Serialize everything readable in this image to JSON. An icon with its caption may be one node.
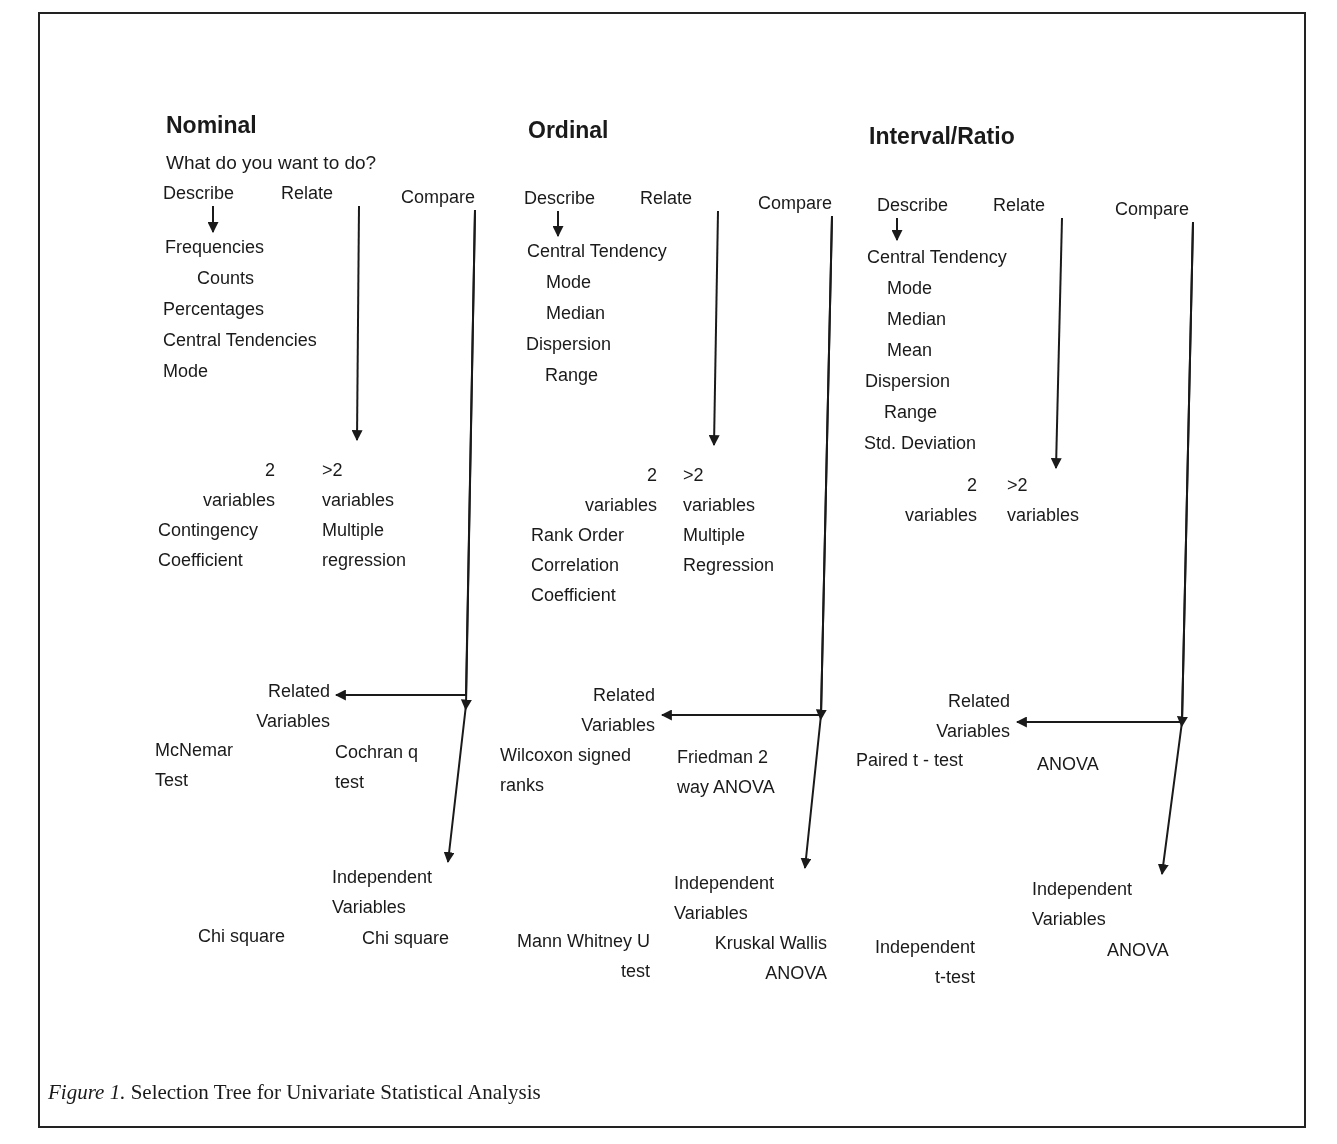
{
  "diagram": {
    "caption": "*Figure 1.* Selection Tree for Univariate Statistical Analysis",
    "nodes": [
      {
        "text": [
          "Describe"
        ]
      },
      {
        "text": [
          "Relate"
        ]
      },
      {
        "text": [
          "Compare"
        ]
      },
      {
        "text": [
          "Frequencies",
          "Counts",
          "Percentages",
          "Central Tendencies",
          "Mode"
        ]
      },
      {
        "text": [
          "2 variables",
          ">2 variables",
          "Contingency Coefficient",
          "Multiple regression"
        ]
      },
      {
        "text": [
          "Related Variables"
        ]
      },
      {
        "text": [
          "Independent Variables"
        ]
      },
      {
        "text": [
          "Describe"
        ]
      },
      {
        "text": [
          "Relate"
        ]
      },
      {
        "text": [
          "Compare"
        ]
      },
      {
        "text": [
          "Central Tendency",
          "Mode",
          "Median",
          "Dispersion",
          "Range"
        ]
      },
      {
        "text": [
          "2 variables",
          ">2 variables",
          "Rank Order Correlation Coefficient",
          "Multiple Regression"
        ]
      },
      {
        "text": [
          "Related Variables"
        ]
      },
      {
        "text": [
          "Independent Variables"
        ]
      },
      {
        "text": [
          "Describe"
        ]
      },
      {
        "text": [
          "Relate"
        ]
      },
      {
        "text": [
          "Compare"
        ]
      },
      {
        "text": [
          "Central Tendency",
          "Mode",
          "Median",
          "Mean",
          "Dispersion",
          "Range",
          "Std. Deviation"
        ]
      },
      {
        "text": [
          "2 variables",
          ">2 variables"
        ]
      },
      {
        "text": [
          "Related Variables"
        ]
      },
      {
        "text": [
          "Independent Variables"
        ]
      }
    ],
    "edges": [
      {
        "from": 0,
        "to": 3,
        "arrow": "to"
      },
      {
        "from": 1,
        "to": 4,
        "arrow": "to"
      },
      {
        "from": 2,
        "to": 5,
        "arrow": "to"
      },
      {
        "from": 2,
        "to": 6,
        "arrow": "to"
      },
      {
        "from": 7,
        "to": 10,
        "arrow": "to"
      },
      {
        "from": 8,
        "to": 11,
        "arrow": "to"
      },
      {
        "from": 9,
        "to": 12,
        "arrow": "to"
      },
      {
        "from": 9,
        "to": 13,
        "arrow": "to"
      },
      {
        "from": 14,
        "to": 17,
        "arrow": "to"
      },
      {
        "from": 15,
        "to": 18,
        "arrow": "to"
      },
      {
        "from": 16,
        "to": 19,
        "arrow": "to"
      },
      {
        "from": 16,
        "to": 20,
        "arrow": "to"
      }
    ],
    "labels": [
      "Nominal",
      "What do you want to do?",
      "Ordinal",
      "Interval/Ratio",
      "McNemar Test",
      "Cochran q test",
      "Wilcoxon signed ranks",
      "Friedman 2 way ANOVA",
      "Paired t - test",
      "ANOVA",
      "Chi square",
      "Chi square",
      "Mann Whitney U test",
      "Kruskal Wallis ANOVA",
      "Independent t-test",
      "ANOVA"
    ]
  }
}
